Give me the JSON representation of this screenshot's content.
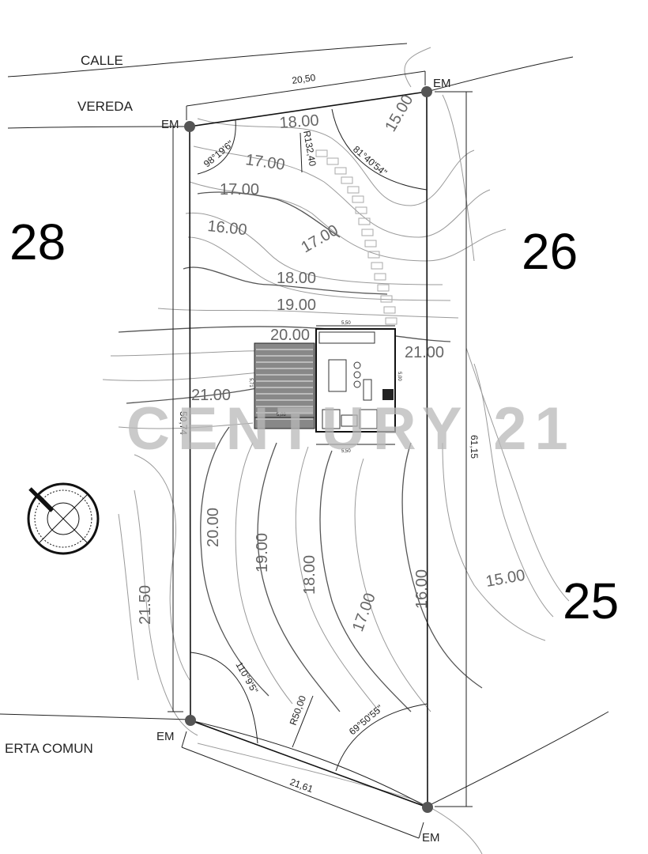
{
  "street": {
    "calle": "CALLE",
    "vereda": "VEREDA",
    "bottom_road": "ERTA  COMUN"
  },
  "lots": {
    "left": "28",
    "right_top": "26",
    "right_bottom": "25"
  },
  "markers": [
    "EM",
    "EM",
    "EM",
    "EM"
  ],
  "dimensions": {
    "front_width": "20,50",
    "back_width": "21,61",
    "left_side": "50,74",
    "right_side": "61,15",
    "angle_tl": "98°19'6\"",
    "angle_tr": "81°40'54\"",
    "angle_bl": "110°9'5\"",
    "angle_br": "69°50'55\"",
    "radius_top": "R132,40",
    "radius_bottom": "R50,00"
  },
  "contours": {
    "c1500a": "15.00",
    "c1500b": "15.00",
    "c1600a": "16.00",
    "c1600b": "16.00",
    "c1700a": "17.00",
    "c1700b": "17.00",
    "c1700c": "17.00",
    "c1700d": "17.00",
    "c1800a": "18.00",
    "c1800b": "18.00",
    "c1800c": "18.00",
    "c1900a": "19.00",
    "c1900b": "19.00",
    "c2000a": "20.00",
    "c2000b": "20.00",
    "c2100a": "21.00",
    "c2100b": "21.00",
    "c2150": "21.50"
  },
  "building": {
    "d_top": "5,50",
    "d_bottom": "5,50",
    "d_deck_w": "5,08",
    "d_deck_h": "5,71",
    "d_side": "5,00"
  },
  "watermark": "CENTURY 21",
  "colors": {
    "boundary": "#111111",
    "contour": "#9a9a9a",
    "watermark": "#b8b8b8",
    "marker": "#555555"
  }
}
